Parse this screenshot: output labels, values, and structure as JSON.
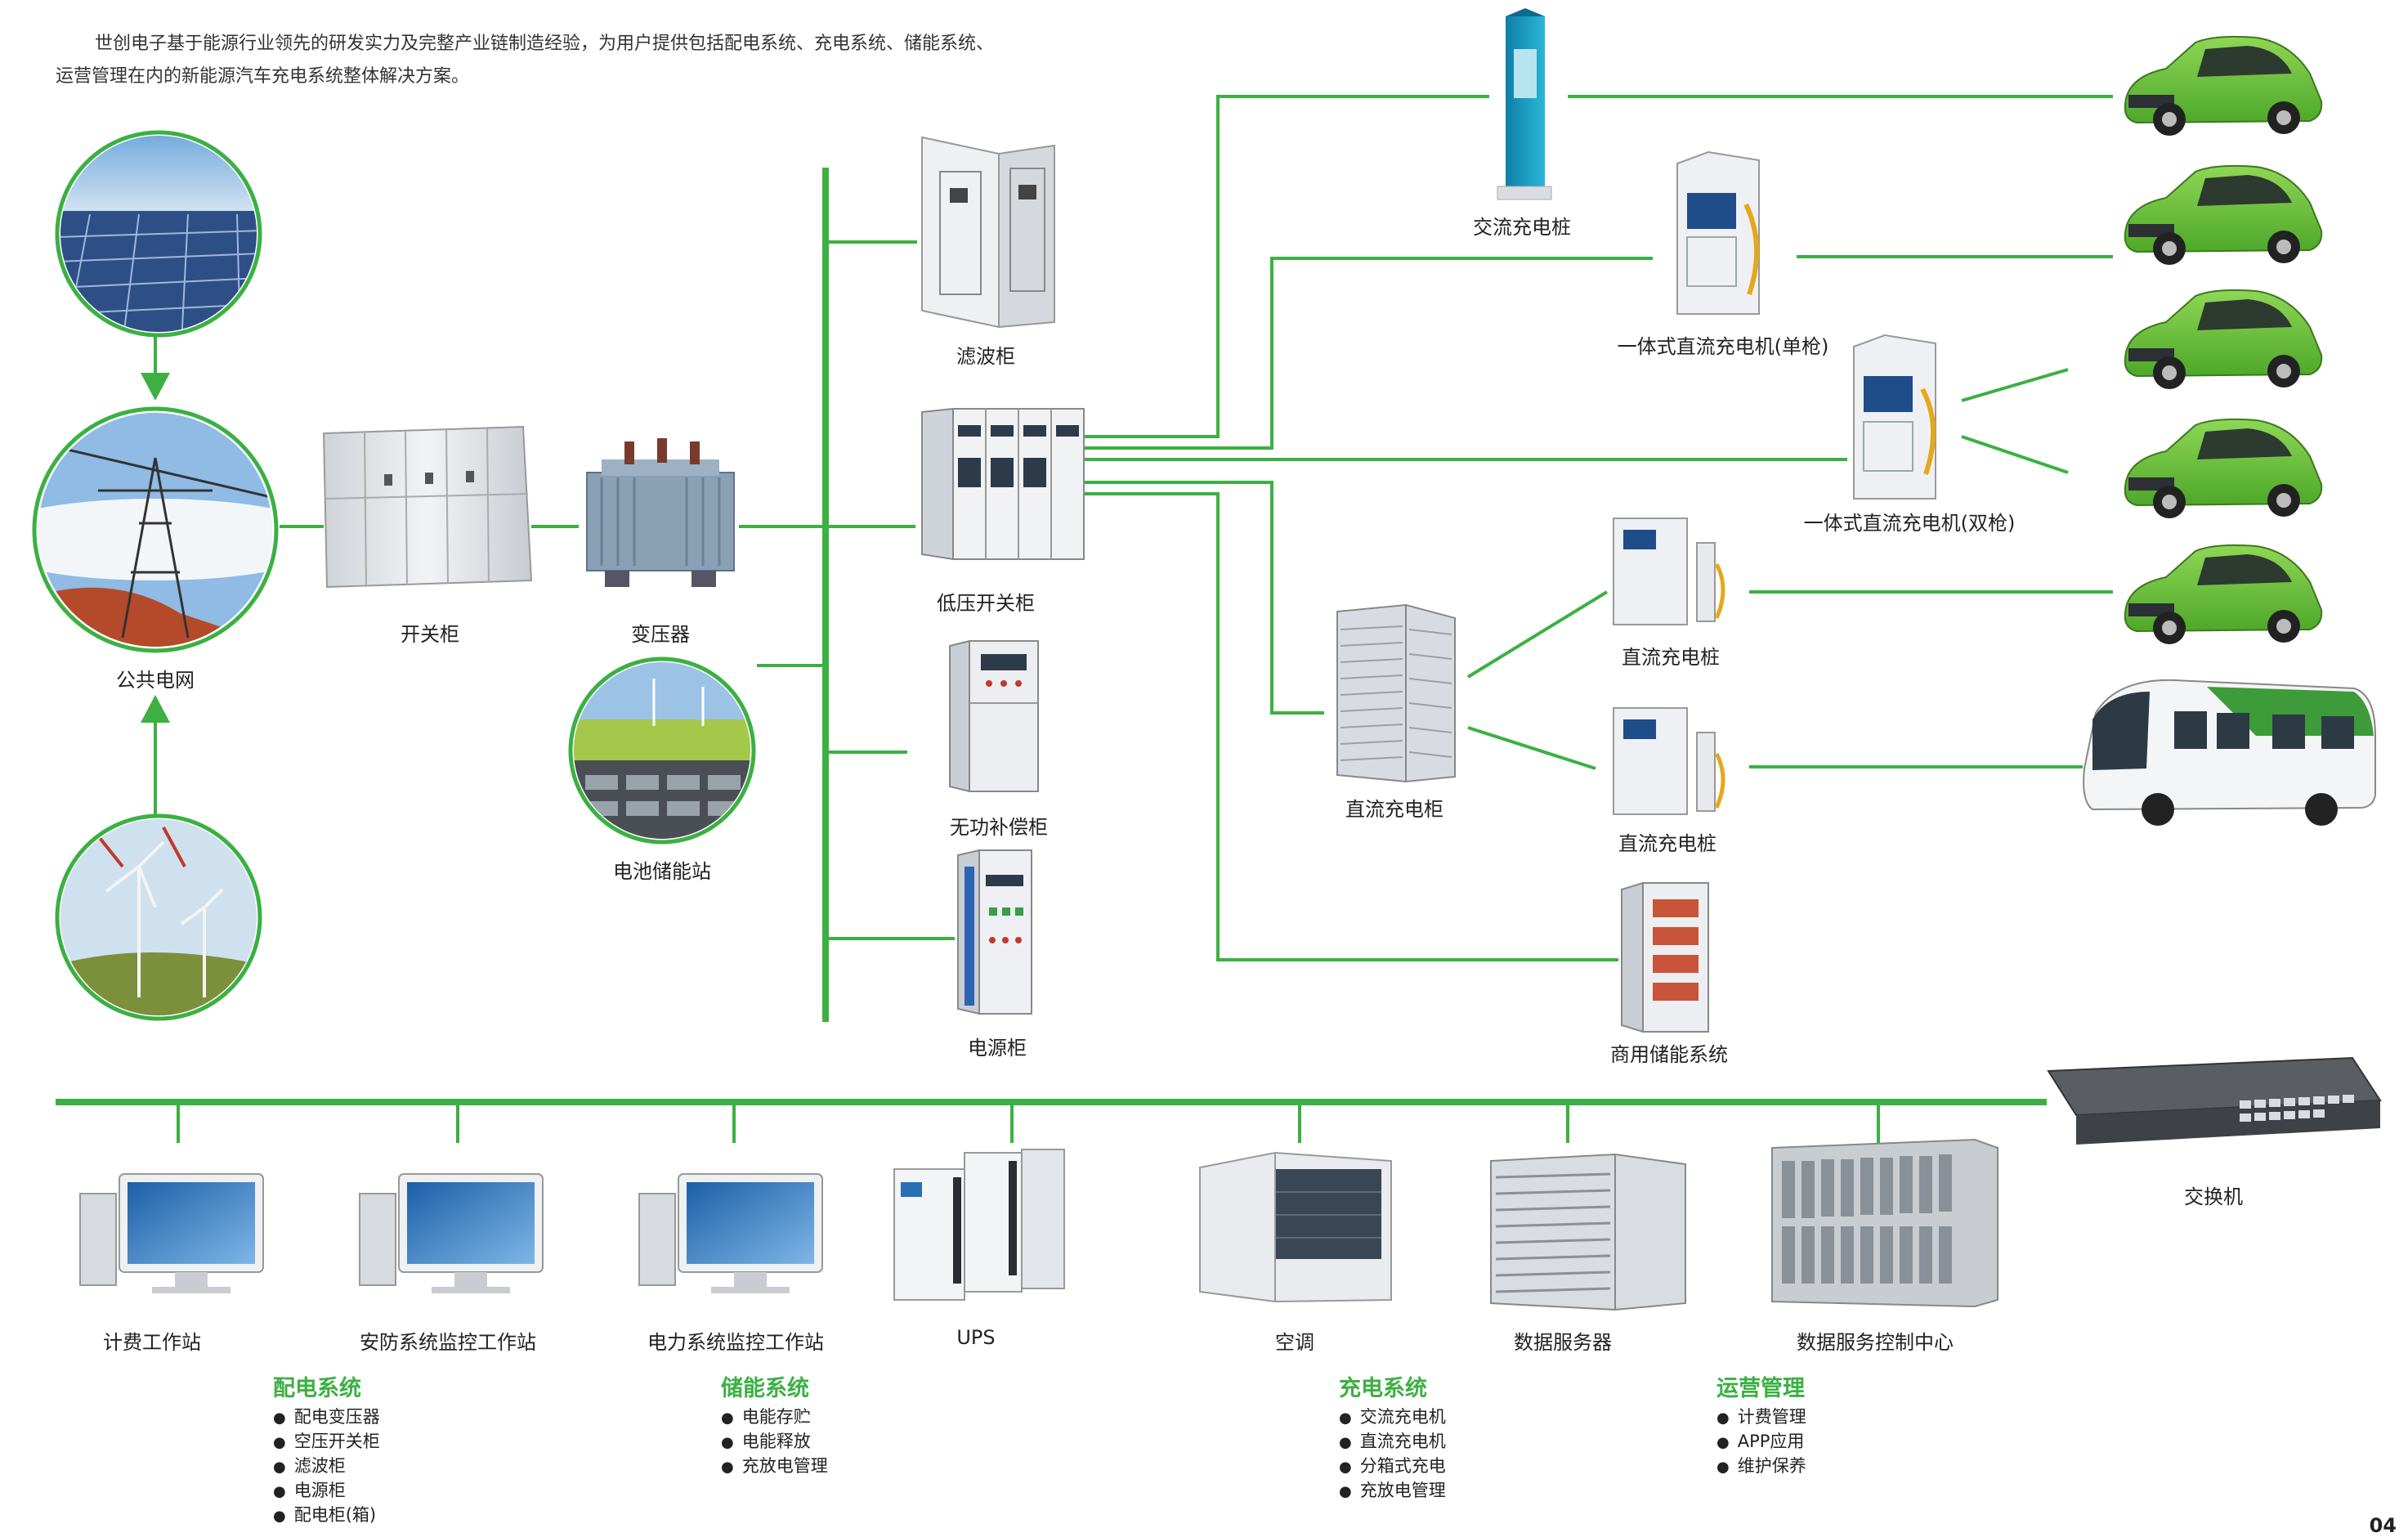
{
  "intro": {
    "line1": "世创电子基于能源行业领先的研发实力及完整产业链制造经验，为用户提供包括配电系统、充电系统、储能系统、",
    "line2": "运营管理在内的新能源汽车充电系统整体解决方案。"
  },
  "labels": {
    "public_grid": "公共电网",
    "switchgear": "开关柜",
    "transformer": "变压器",
    "battery_station": "电池储能站",
    "filter_cabinet": "滤波柜",
    "low_voltage_switchgear": "低压开关柜",
    "reactive_comp_cabinet": "无功补偿柜",
    "power_cabinet": "电源柜",
    "ac_charging_pile": "交流充电桩",
    "dc_charger_single": "一体式直流充电机(单枪)",
    "dc_charger_dual": "一体式直流充电机(双枪)",
    "dc_charging_cabinet": "直流充电柜",
    "dc_charging_pile_1": "直流充电桩",
    "dc_charging_pile_2": "直流充电桩",
    "commercial_storage": "商用储能系统",
    "switch": "交换机",
    "billing_workstation": "计费工作站",
    "security_workstation": "安防系统监控工作站",
    "power_workstation": "电力系统监控工作站",
    "ups": "UPS",
    "air_conditioner": "空调",
    "data_server": "数据服务器",
    "data_center": "数据服务控制中心"
  },
  "categories": [
    {
      "title": "配电系统",
      "items": [
        "配电变压器",
        "空压开关柜",
        "滤波柜",
        "电源柜",
        "配电柜(箱)"
      ]
    },
    {
      "title": "储能系统",
      "items": [
        "电能存贮",
        "电能释放",
        "充放电管理"
      ]
    },
    {
      "title": "充电系统",
      "items": [
        "交流充电机",
        "直流充电机",
        "分箱式充电",
        "充放电管理"
      ]
    },
    {
      "title": "运营管理",
      "items": [
        "计费管理",
        "APP应用",
        "维护保养"
      ]
    }
  ],
  "page_number": "04",
  "colors": {
    "line_green": "#3cb043",
    "car_green": "#6cc43a",
    "bus_green": "#3e9b3a",
    "cabinet_gray": "#e3e6ea",
    "screen_blue": "#2a6fb5"
  },
  "icons": [
    "solar-panel-photo",
    "transmission-tower-photo",
    "wind-turbine-photo",
    "green-car",
    "bus",
    "network-switch",
    "computer-workstation"
  ]
}
